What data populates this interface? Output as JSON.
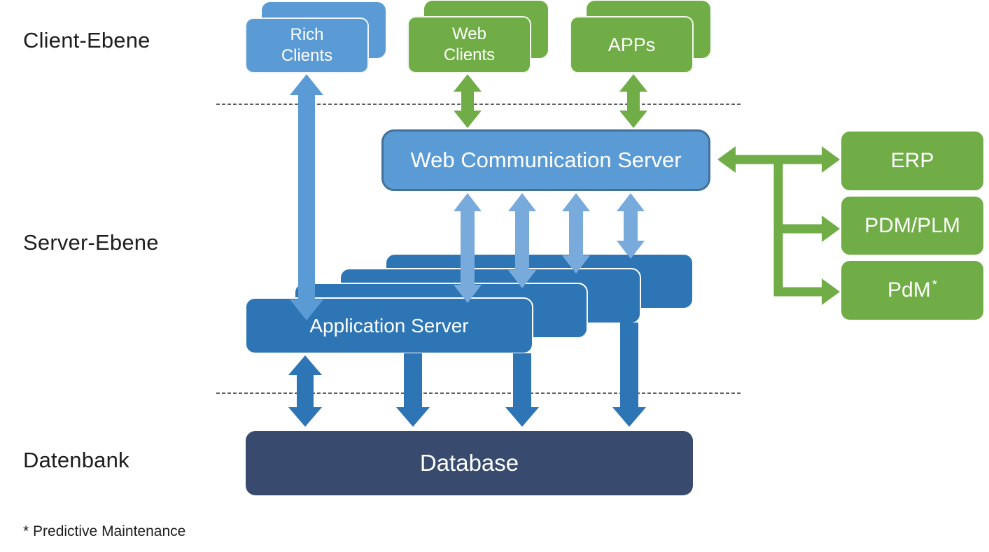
{
  "layers": {
    "client": {
      "label": "Client-Ebene"
    },
    "server": {
      "label": "Server-Ebene"
    },
    "database": {
      "label": "Datenbank"
    }
  },
  "nodes": {
    "rich_clients": {
      "label": "Rich Clients"
    },
    "web_clients": {
      "label": "Web Clients"
    },
    "apps": {
      "label": "APPs"
    },
    "web_communication_server": {
      "label": "Web Communication Server"
    },
    "application_server": {
      "label": "Application Server"
    },
    "database": {
      "label": "Database"
    },
    "erp": {
      "label": "ERP"
    },
    "pdm_plm": {
      "label": "PDM/PLM"
    },
    "pdm": {
      "label": "PdM",
      "superscript": "*"
    }
  },
  "footnote": {
    "marker": "*",
    "text": "Predictive Maintenance"
  },
  "colors": {
    "blue_light": "#5B9BD5",
    "blue_mid": "#2E75B6",
    "blue_pale_arrow": "#78AADC",
    "blue_dark_border": "#41719C",
    "navy": "#384B6E",
    "green": "#70AD47",
    "label_text": "#1D1D1D",
    "box_text": "#FFFFFF",
    "dash_line": "#2B2B2B"
  }
}
